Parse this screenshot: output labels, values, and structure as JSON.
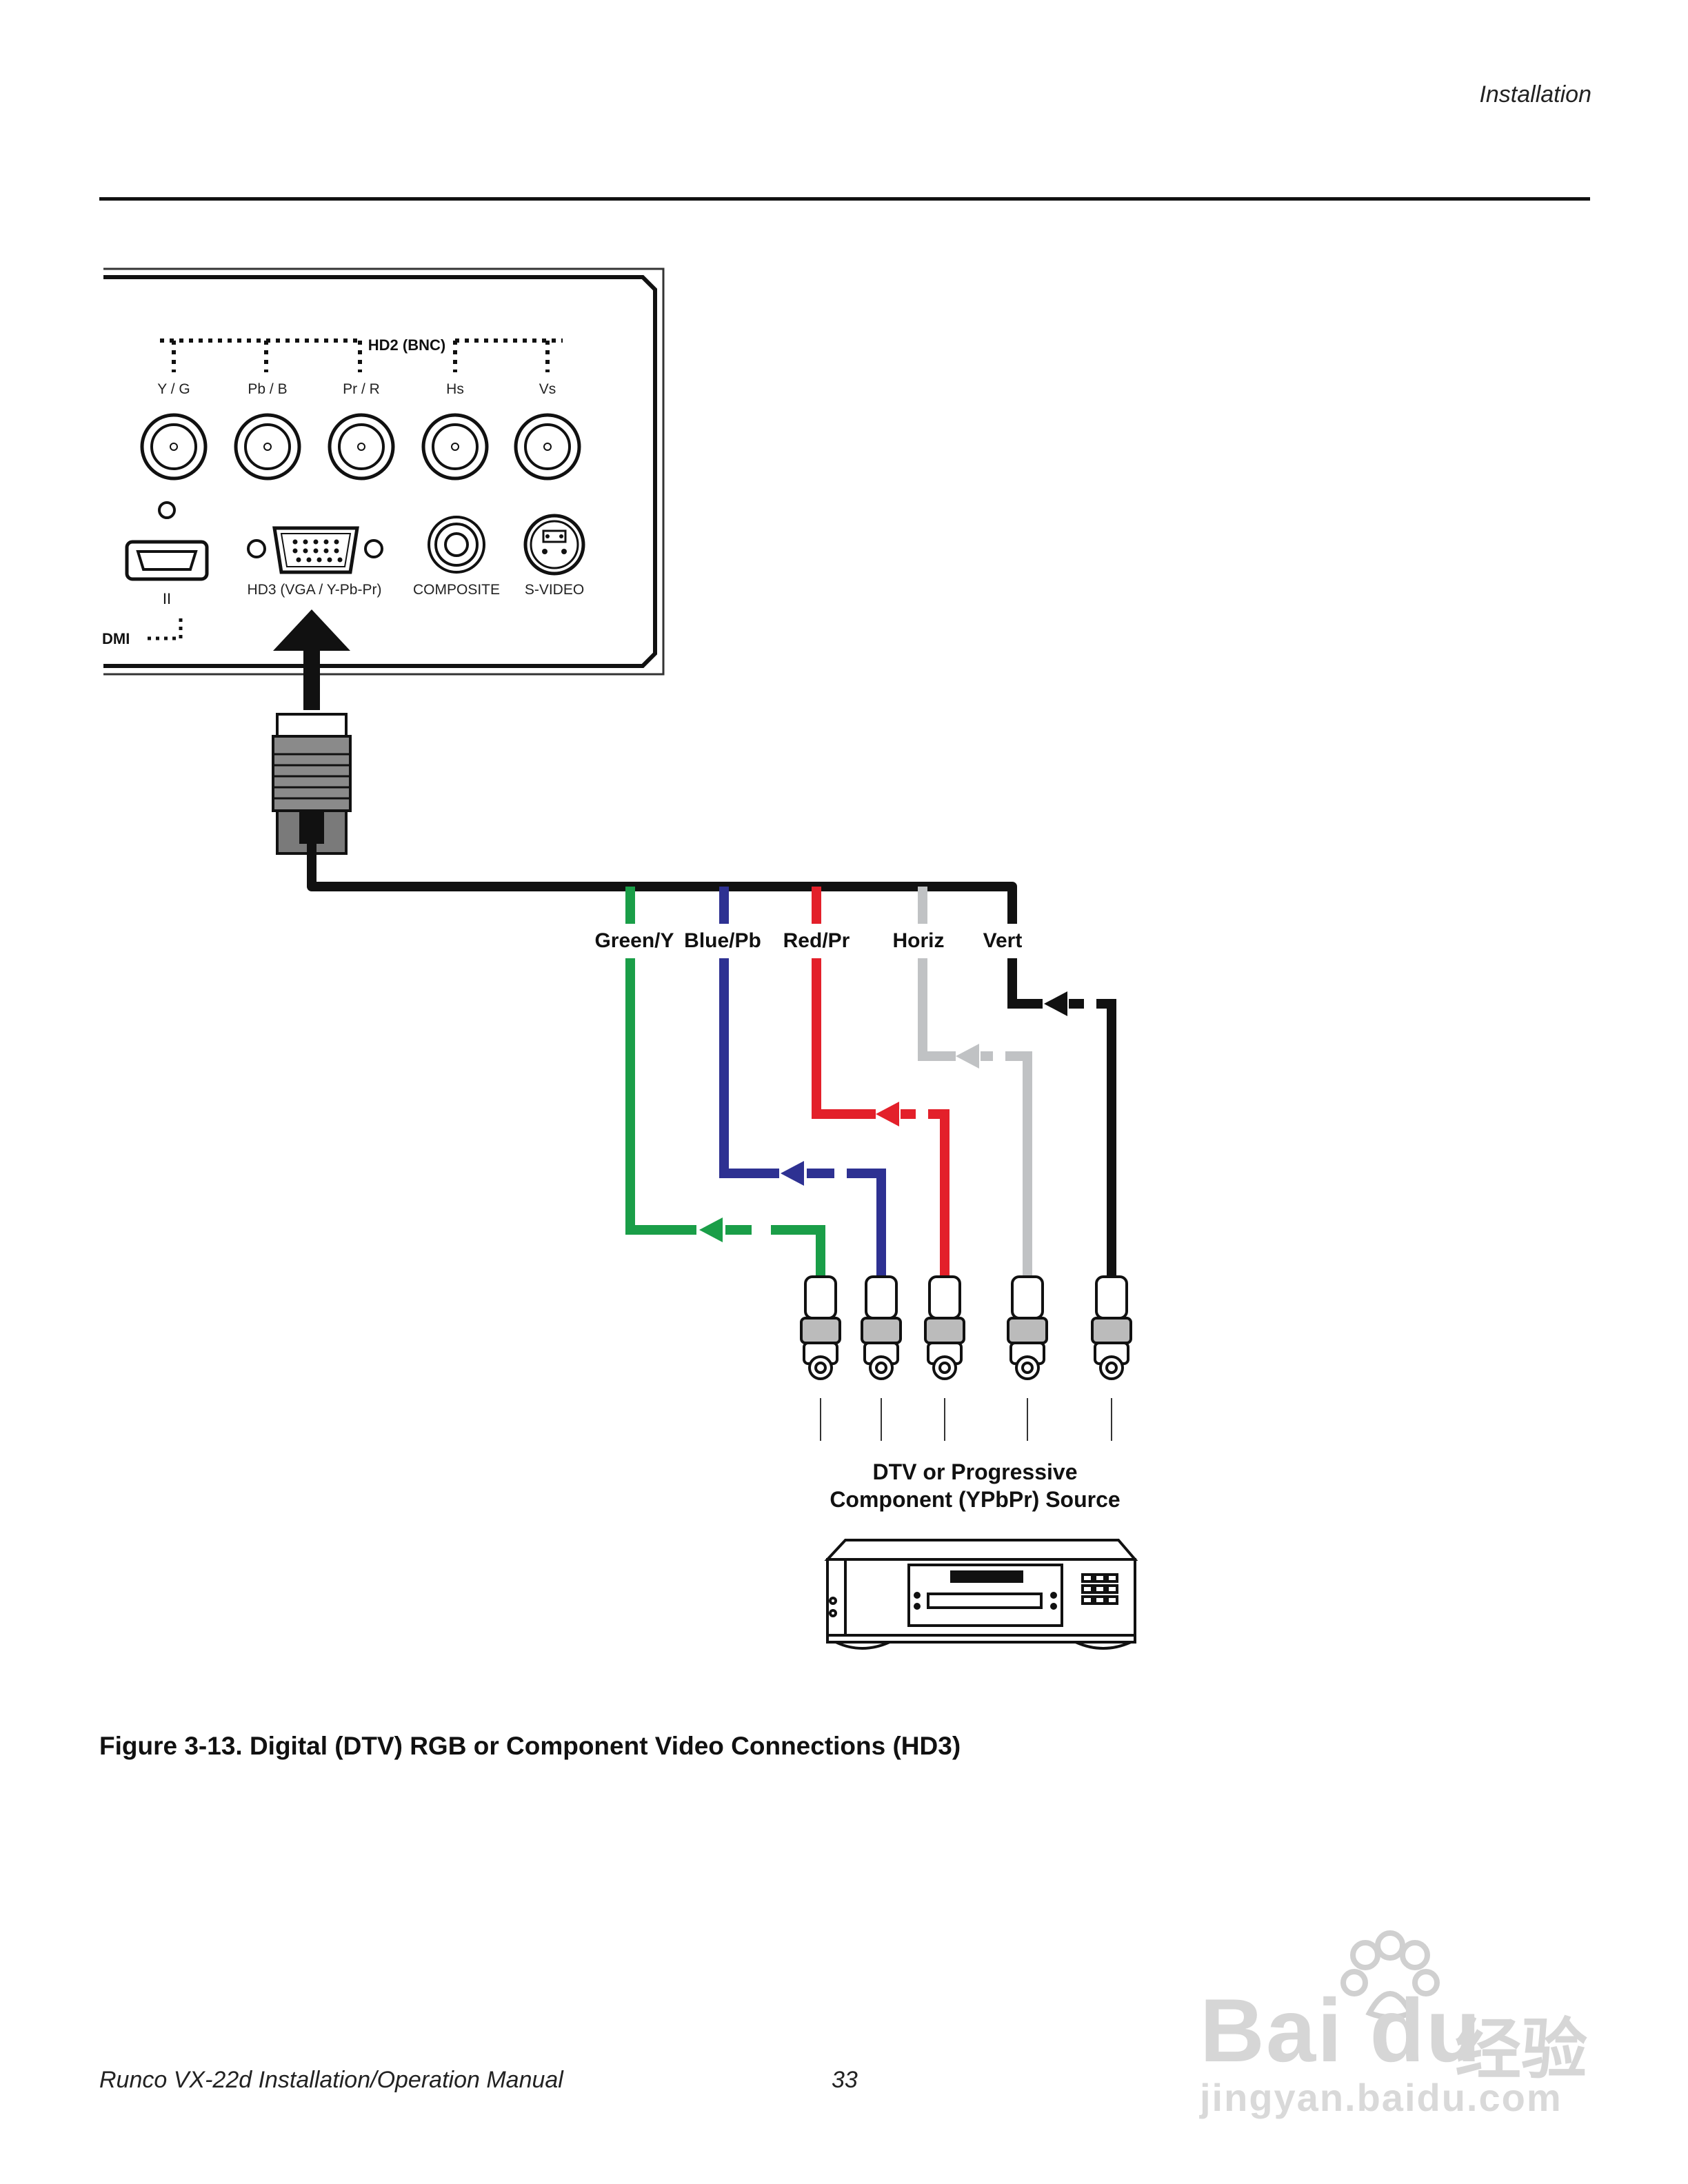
{
  "header": {
    "section": "Installation"
  },
  "panel": {
    "group_label": "HD2 (BNC)",
    "bnc_labels": [
      "Y / G",
      "Pb / B",
      "Pr / R",
      "Hs",
      "Vs"
    ],
    "hdmi_label": "ΙΙ",
    "hdmi_side_label": "DMI",
    "vga_label": "HD3 (VGA / Y-Pb-Pr)",
    "composite_label": "COMPOSITE",
    "svideo_label": "S-VIDEO"
  },
  "cables": [
    {
      "label": "Green/Y",
      "color": "#1a9e48"
    },
    {
      "label": "Blue/Pb",
      "color": "#2e3192"
    },
    {
      "label": "Red/Pr",
      "color": "#e3202a"
    },
    {
      "label": "Horiz",
      "color": "#c0c2c4"
    },
    {
      "label": "Vert",
      "color": "#111111"
    }
  ],
  "source": {
    "line1": "DTV or Progressive",
    "line2": "Component (YPbPr) Source"
  },
  "caption": "Figure 3-13. Digital (DTV) RGB or Component Video Connections (HD3)",
  "footer": {
    "manual_title": "Runco VX-22d Installation/Operation Manual",
    "page_number": "33"
  },
  "watermark": {
    "brand": "Bai du",
    "brand_cn": "经验",
    "url": "jingyan.baidu.com"
  }
}
